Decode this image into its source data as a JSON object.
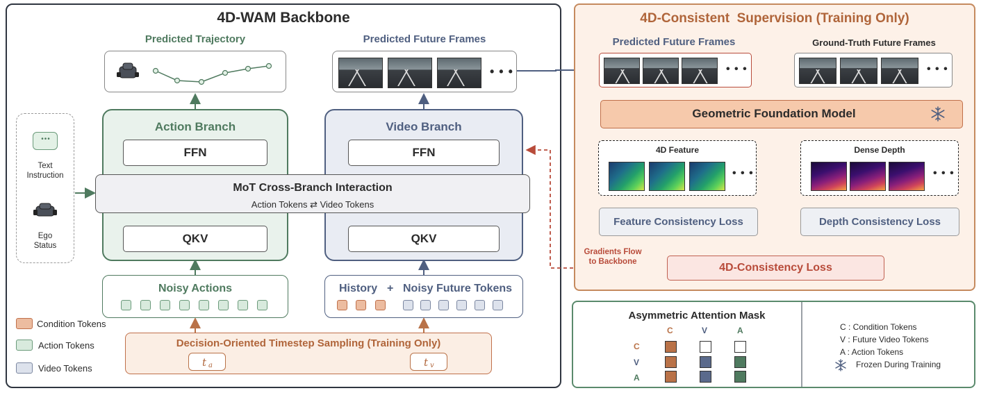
{
  "backbone": {
    "title": "4D-WAM Backbone",
    "predicted_trajectory": "Predicted Trajectory",
    "predicted_future_frames": "Predicted Future Frames",
    "action_branch": "Action Branch",
    "video_branch": "Video Branch",
    "ffn": "FFN",
    "qkv": "QKV",
    "mot_title": "MoT Cross-Branch Interaction",
    "mot_subtitle": "Action Tokens  ⇄  Video Tokens",
    "noisy_actions": "Noisy Actions",
    "history": "History",
    "plus": "+",
    "noisy_future_tokens": "Noisy Future Tokens",
    "sampling_title": "Decision-Oriented Timestep Sampling (Training Only)",
    "t_a": "t",
    "t_a_sub": "a",
    "t_v": "t",
    "t_v_sub": "v",
    "text_instruction": "Text\nInstruction",
    "ego_status": "Ego\nStatus",
    "ellipsis": "•••",
    "frames_ellipsis": "• • •"
  },
  "legend": {
    "condition": "Condition Tokens",
    "action": "Action Tokens",
    "video": "Video Tokens"
  },
  "supervision": {
    "title": "4D-Consistent  Supervision (Training Only)",
    "predicted_future_frames": "Predicted Future Frames",
    "ground_truth_frames": "Ground-Truth Future Frames",
    "foundation_model": "Geometric Foundation Model",
    "feature_4d": "4D Feature",
    "dense_depth": "Dense Depth",
    "feature_loss": "Feature Consistency Loss",
    "depth_loss": "Depth Consistency Loss",
    "consistency_loss": "4D-Consistency Loss",
    "gradients_flow": "Gradients Flow\nto Backbone",
    "ellipsis": "• • •"
  },
  "mask": {
    "title": "Asymmetric Attention Mask",
    "cols": [
      "C",
      "V",
      "A"
    ],
    "rows": [
      "C",
      "V",
      "A"
    ],
    "matrix": [
      [
        "C",
        "empty",
        "empty"
      ],
      [
        "C",
        "V",
        "A"
      ],
      [
        "C",
        "V",
        "A"
      ]
    ],
    "key": [
      "C :  Condition Tokens",
      "V :  Future Video Tokens",
      "A :  Action Tokens",
      "Frozen During Training"
    ]
  },
  "colors": {
    "action": "#4f7a5f",
    "video": "#4f5f80",
    "condition": "#b97248",
    "loss_red": "#b84b3a"
  },
  "icons": [
    "car-icon",
    "snowflake-icon",
    "chat-bubble-icon",
    "ego-car-icon"
  ]
}
